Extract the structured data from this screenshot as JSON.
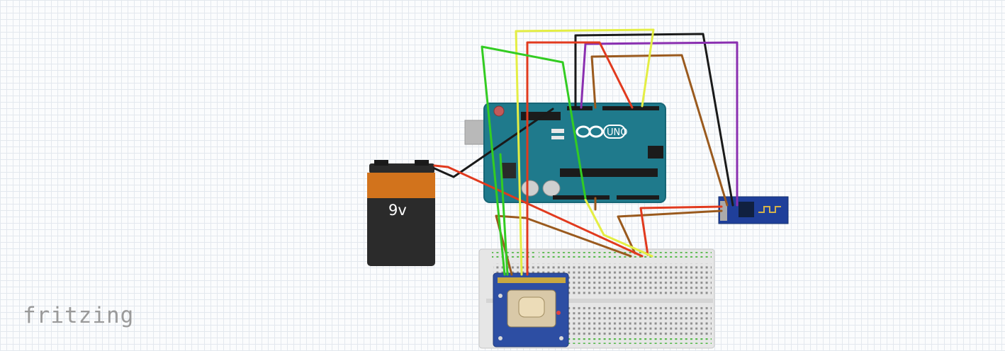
{
  "app": {
    "logo_text": "fritzing"
  },
  "arduino": {
    "logo_text": "UNO"
  },
  "battery": {
    "label": "9v"
  },
  "colors": {
    "arduino_board": "#1f7a8c",
    "wifi_module": "#1f3f9a",
    "gps_module": "#2d4ea3",
    "breadboard": "#e6e6e6",
    "wire_green": "#33cc22",
    "wire_yellow": "#e4ee44",
    "wire_red": "#e13a1e",
    "wire_black": "#1a1a1a",
    "wire_brown": "#9a5a1e",
    "wire_purple": "#8a2fb0"
  }
}
